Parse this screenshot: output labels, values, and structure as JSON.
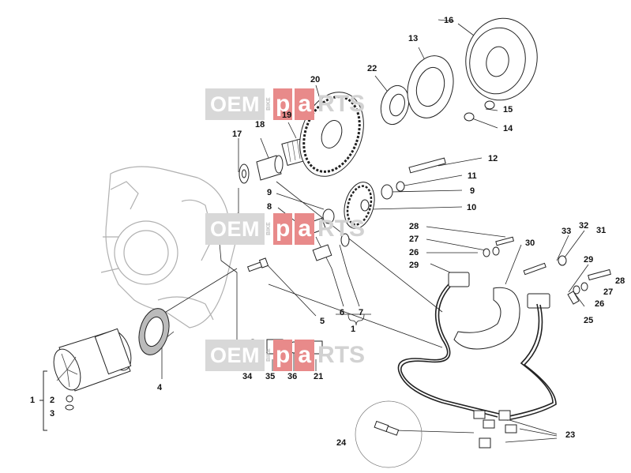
{
  "watermark": {
    "oem": "OEM",
    "bike": "BIKE",
    "p": "p",
    "a": "a",
    "rts": "RTS"
  },
  "part_labels": {
    "p1a": "1",
    "p1b": "1",
    "p2": "2",
    "p3": "3",
    "p4": "4",
    "p5": "5",
    "p6": "6",
    "p7": "7",
    "p8": "8",
    "p9a": "9",
    "p9b": "9",
    "p10": "10",
    "p11": "11",
    "p12": "12",
    "p13": "13",
    "p14": "14",
    "p15": "15",
    "p16": "16",
    "p17": "17",
    "p18": "18",
    "p19": "19",
    "p20": "20",
    "p21": "21",
    "p22": "22",
    "p23": "23",
    "p24": "24",
    "p25": "25",
    "p26a": "26",
    "p26b": "26",
    "p27a": "27",
    "p27b": "27",
    "p28a": "28",
    "p28b": "28",
    "p29a": "29",
    "p29b": "29",
    "p30": "30",
    "p31": "31",
    "p32": "32",
    "p33": "33",
    "p34": "34",
    "p35": "35",
    "p36": "36"
  }
}
